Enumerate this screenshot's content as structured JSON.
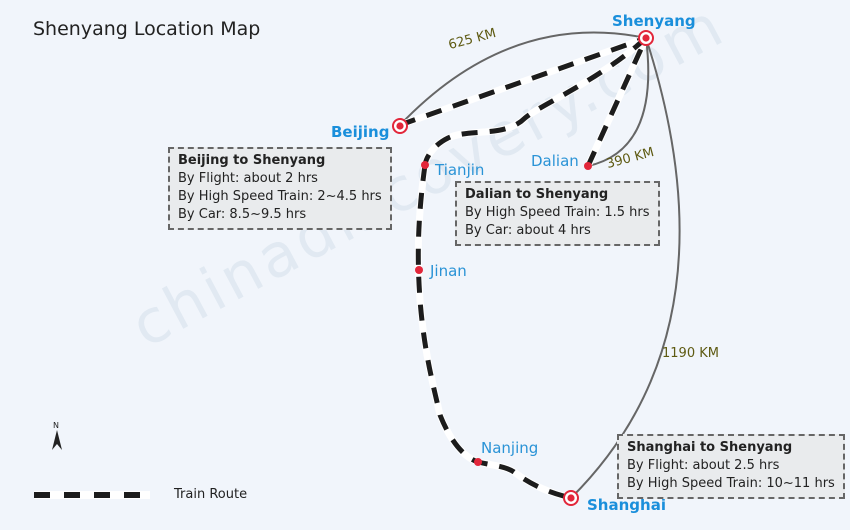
{
  "title": "Shenyang Location Map",
  "watermark": "chinadiscovery.com",
  "cities": {
    "shenyang": "Shenyang",
    "beijing": "Beijing",
    "tianjin": "Tianjin",
    "dalian": "Dalian",
    "jinan": "Jinan",
    "nanjing": "Nanjing",
    "shanghai": "Shanghai"
  },
  "distances": {
    "beijing_shenyang": "625 KM",
    "dalian_shenyang": "390 KM",
    "shanghai_shenyang": "1190 KM"
  },
  "info_boxes": {
    "beijing": {
      "heading": "Beijing to Shenyang",
      "lines": [
        "By Flight: about 2 hrs",
        "By High Speed Train: 2~4.5 hrs",
        "By Car: 8.5~9.5 hrs"
      ]
    },
    "dalian": {
      "heading": "Dalian to Shenyang",
      "lines": [
        "By High Speed Train: 1.5 hrs",
        "By Car: about 4 hrs"
      ]
    },
    "shanghai": {
      "heading": "Shanghai to Shenyang",
      "lines": [
        "By Flight: about 2.5 hrs",
        "By High Speed Train: 10~11 hrs"
      ]
    }
  },
  "legend": {
    "train_route": "Train Route"
  },
  "compass": {
    "north": "N"
  },
  "colors": {
    "city_label": "#1a8fdb",
    "city_dot": "#e2263a",
    "route_dash": "#1c1c1c",
    "flight_line": "#666666"
  }
}
